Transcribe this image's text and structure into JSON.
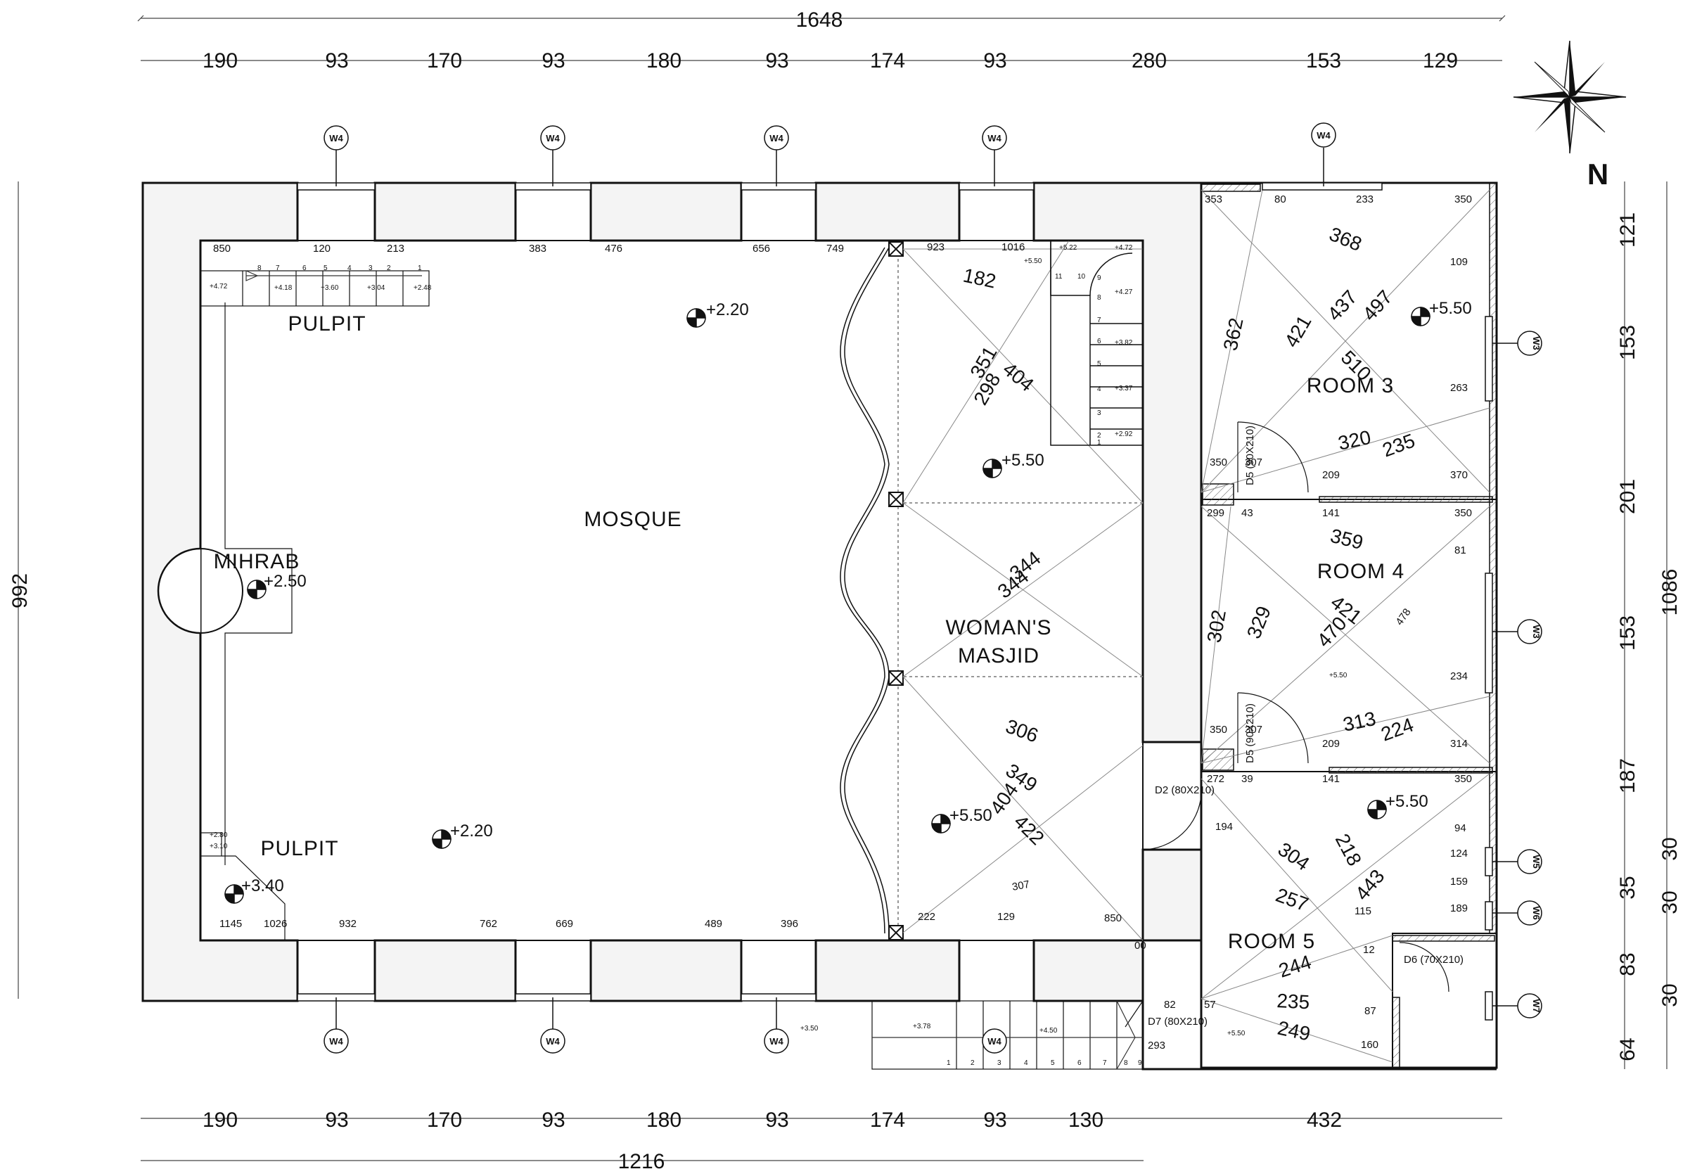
{
  "compass": {
    "label": "N"
  },
  "dims_top": {
    "overall": "1648",
    "segments": [
      "190",
      "93",
      "170",
      "93",
      "180",
      "93",
      "174",
      "93",
      "280",
      "153",
      "129"
    ]
  },
  "dims_bottom": {
    "overall": "1216",
    "segments": [
      "190",
      "93",
      "170",
      "93",
      "180",
      "93",
      "174",
      "93",
      "130",
      "432"
    ]
  },
  "dims_left": {
    "overall": "992"
  },
  "dims_right": {
    "overall": "1086",
    "segments": [
      "121",
      "153",
      "201",
      "153",
      "187",
      "35",
      "83",
      "64"
    ],
    "windows": [
      "30",
      "30",
      "30"
    ]
  },
  "rooms": {
    "mosque": "MOSQUE",
    "mihrab": "MIHRAB",
    "pulpit_top": "PULPIT",
    "pulpit_bottom": "PULPIT",
    "womans_line1": "WOMAN'S",
    "womans_line2": "MASJID",
    "room3": "ROOM 3",
    "room4": "ROOM 4",
    "room5": "ROOM 5"
  },
  "elevations": {
    "mosque_main": "+2.20",
    "mihrab": "+2.50",
    "mosque_low": "+2.20",
    "pulpit": "+3.40",
    "womans_top": "+5.50",
    "womans_bottom": "+5.50",
    "room3": "+5.50",
    "room5": "+5.50"
  },
  "small_elevations": {
    "stair_top": [
      "+4.72",
      "+4.18",
      "+3.60",
      "+3.04",
      "+2.48"
    ],
    "stair_right": [
      "+5.22",
      "+5.50",
      "+4.72",
      "+4.27",
      "+3.82",
      "+3.37",
      "+2.92"
    ],
    "pulpit_low": [
      "+2.80",
      "+3.10"
    ],
    "room4": "+5.50",
    "outside": [
      "+3.50",
      "+3.78",
      "+4.50",
      "+5.50"
    ]
  },
  "stair_numbers_top": [
    "8",
    "7",
    "6",
    "5",
    "4",
    "3",
    "2",
    "1"
  ],
  "stair_numbers_right": [
    "11",
    "10",
    "9",
    "8",
    "7",
    "6",
    "5",
    "4",
    "3",
    "2",
    "1"
  ],
  "stair_numbers_bottom": [
    "1",
    "2",
    "3",
    "4",
    "5",
    "6",
    "7",
    "8",
    "9"
  ],
  "doors": {
    "d5a": "D5 (90X210)",
    "d5b": "D5 (90X210)",
    "d2": "D2 (80X210)",
    "d6": "D6 (70X210)",
    "d7": "D7 (80X210)"
  },
  "window_tags": {
    "w4": "W4",
    "w3": "W3",
    "w5": "W5",
    "w6": "W6",
    "w7": "W7"
  },
  "measures_mosque": {
    "top": [
      "850",
      "120",
      "213",
      "383",
      "476",
      "656",
      "749"
    ],
    "bottom": [
      "1145",
      "1026",
      "932",
      "762",
      "669",
      "489",
      "396"
    ]
  },
  "measures_womans": {
    "top": [
      "923",
      "1016",
      "182"
    ],
    "diag": [
      "351",
      "298",
      "404",
      "344",
      "344",
      "306",
      "349",
      "404",
      "422",
      "307"
    ],
    "bottom": [
      "222",
      "129",
      "850"
    ],
    "corner": "00"
  },
  "measures_room3": {
    "top": [
      "353",
      "80",
      "233",
      "350"
    ],
    "diag": [
      "368",
      "362",
      "421",
      "437",
      "497",
      "510",
      "320",
      "235"
    ],
    "side": [
      "109",
      "263",
      "370"
    ],
    "bottom": [
      "350",
      "307",
      "209",
      "299",
      "43",
      "141"
    ]
  },
  "measures_room4": {
    "top": "350",
    "diag": [
      "359",
      "302",
      "329",
      "421",
      "470",
      "478",
      "313",
      "224"
    ],
    "side": [
      "81",
      "234",
      "314"
    ],
    "bottom": [
      "350",
      "307",
      "209",
      "272",
      "39",
      "141"
    ]
  },
  "measures_room5": {
    "top": "350",
    "diag": [
      "194",
      "304",
      "218",
      "443",
      "257",
      "244",
      "235",
      "249"
    ],
    "side": [
      "94",
      "124",
      "159",
      "189",
      "115",
      "12",
      "87",
      "160"
    ],
    "bottom": [
      "82",
      "57",
      "293"
    ]
  }
}
